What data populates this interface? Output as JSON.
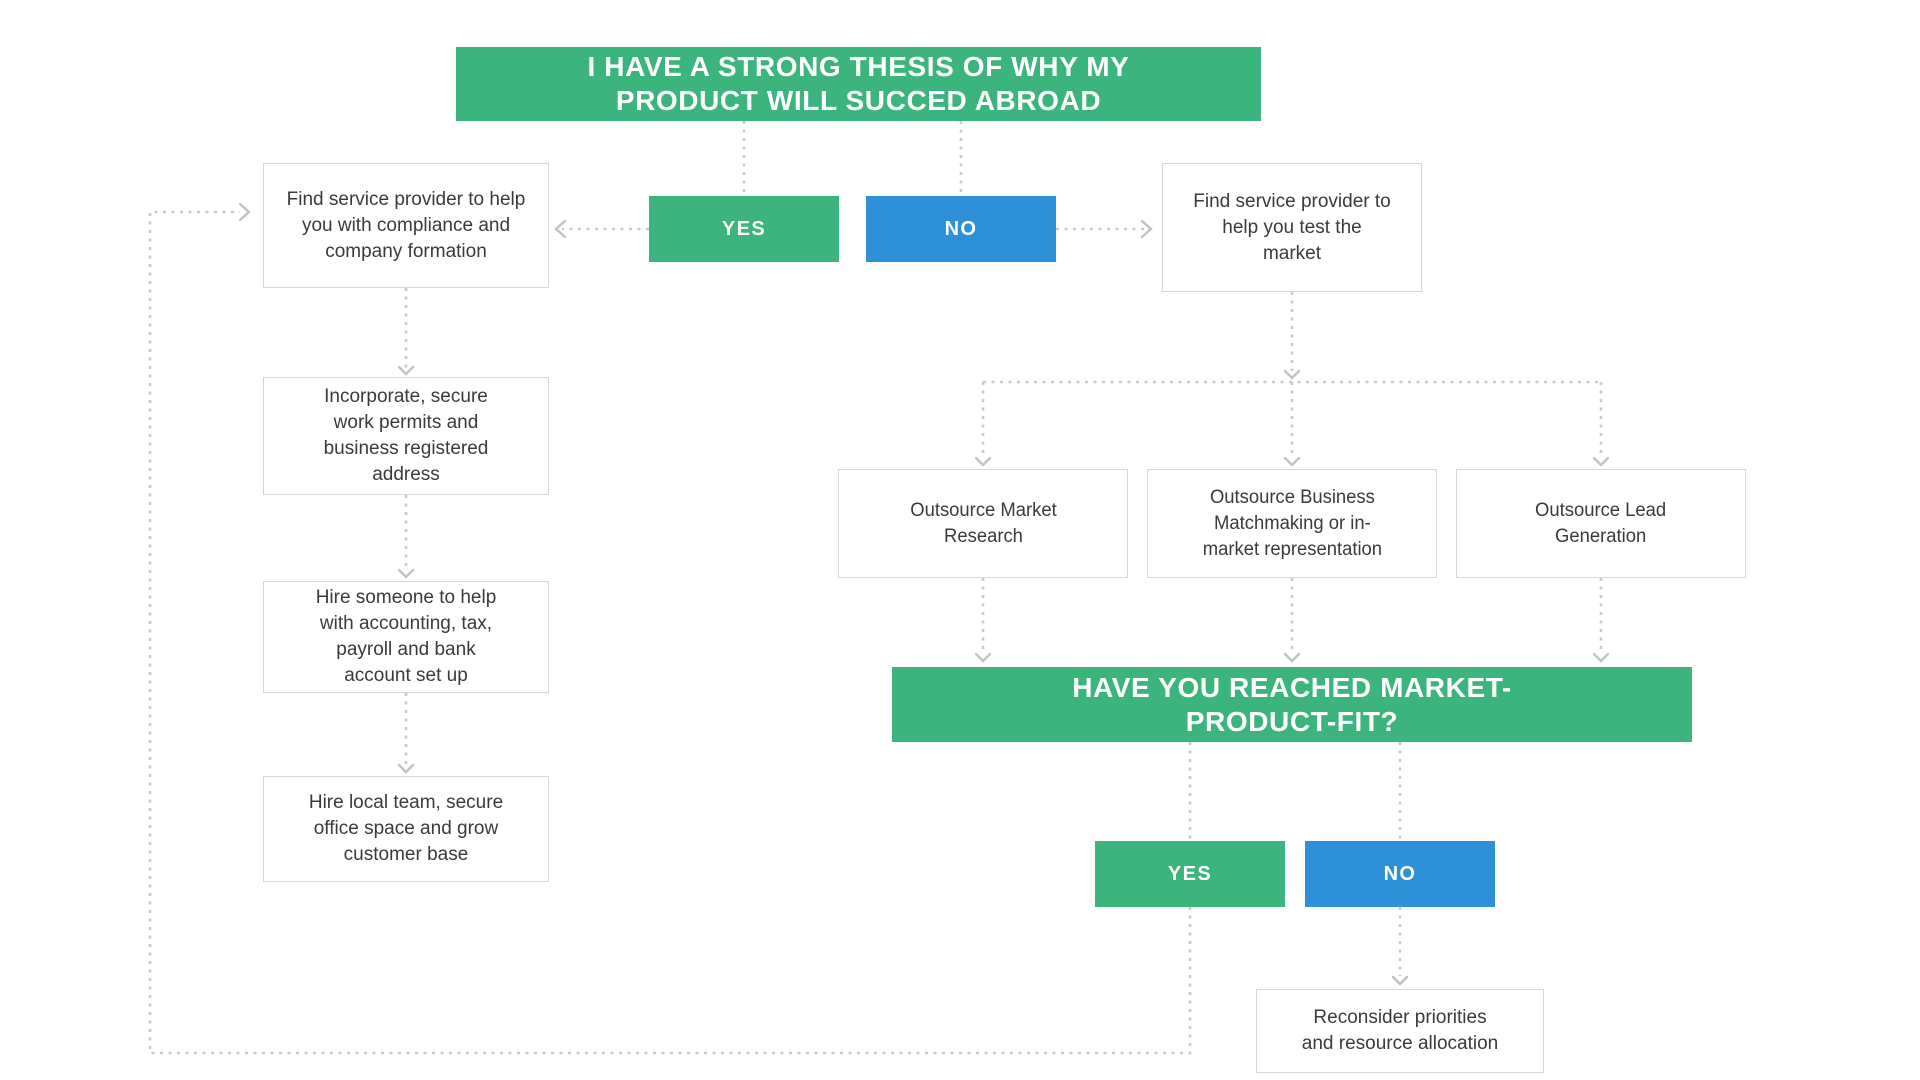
{
  "colors": {
    "green": "#3CB47E",
    "blue": "#2E90D6",
    "line": "#C9C9C9",
    "arrow": "#C2C2C2",
    "box-border": "#D6D6D6",
    "box-text": "#3A3A3A",
    "title-text": "#FFFFFF",
    "bg": "#FFFFFF"
  },
  "nodes": {
    "thesis": {
      "label": "I HAVE A STRONG THESIS OF WHY MY\nPRODUCT WILL SUCCED ABROAD"
    },
    "yes_top": {
      "label": "YES"
    },
    "no_top": {
      "label": "NO"
    },
    "compliance": {
      "label": "Find service provider to help\nyou with compliance and\ncompany formation"
    },
    "incorporate": {
      "label": "Incorporate, secure\nwork permits and\nbusiness registered\naddress"
    },
    "hire_accounting": {
      "label": "Hire someone to help\nwith accounting, tax,\npayroll and bank\naccount set up"
    },
    "hire_team": {
      "label": "Hire local team, secure\noffice space and grow\ncustomer base"
    },
    "test_market": {
      "label": "Find service provider to\nhelp you test the\nmarket"
    },
    "market_research": {
      "label": "Outsource Market\nResearch"
    },
    "matchmaking": {
      "label": "Outsource Business\nMatchmaking or in-\nmarket representation"
    },
    "lead_generation": {
      "label": "Outsource Lead\nGeneration"
    },
    "market_fit": {
      "label": "HAVE YOU REACHED MARKET-\nPRODUCT-FIT?"
    },
    "yes_bottom": {
      "label": "YES"
    },
    "no_bottom": {
      "label": "NO"
    },
    "reconsider": {
      "label": "Reconsider priorities\nand resource allocation"
    }
  }
}
